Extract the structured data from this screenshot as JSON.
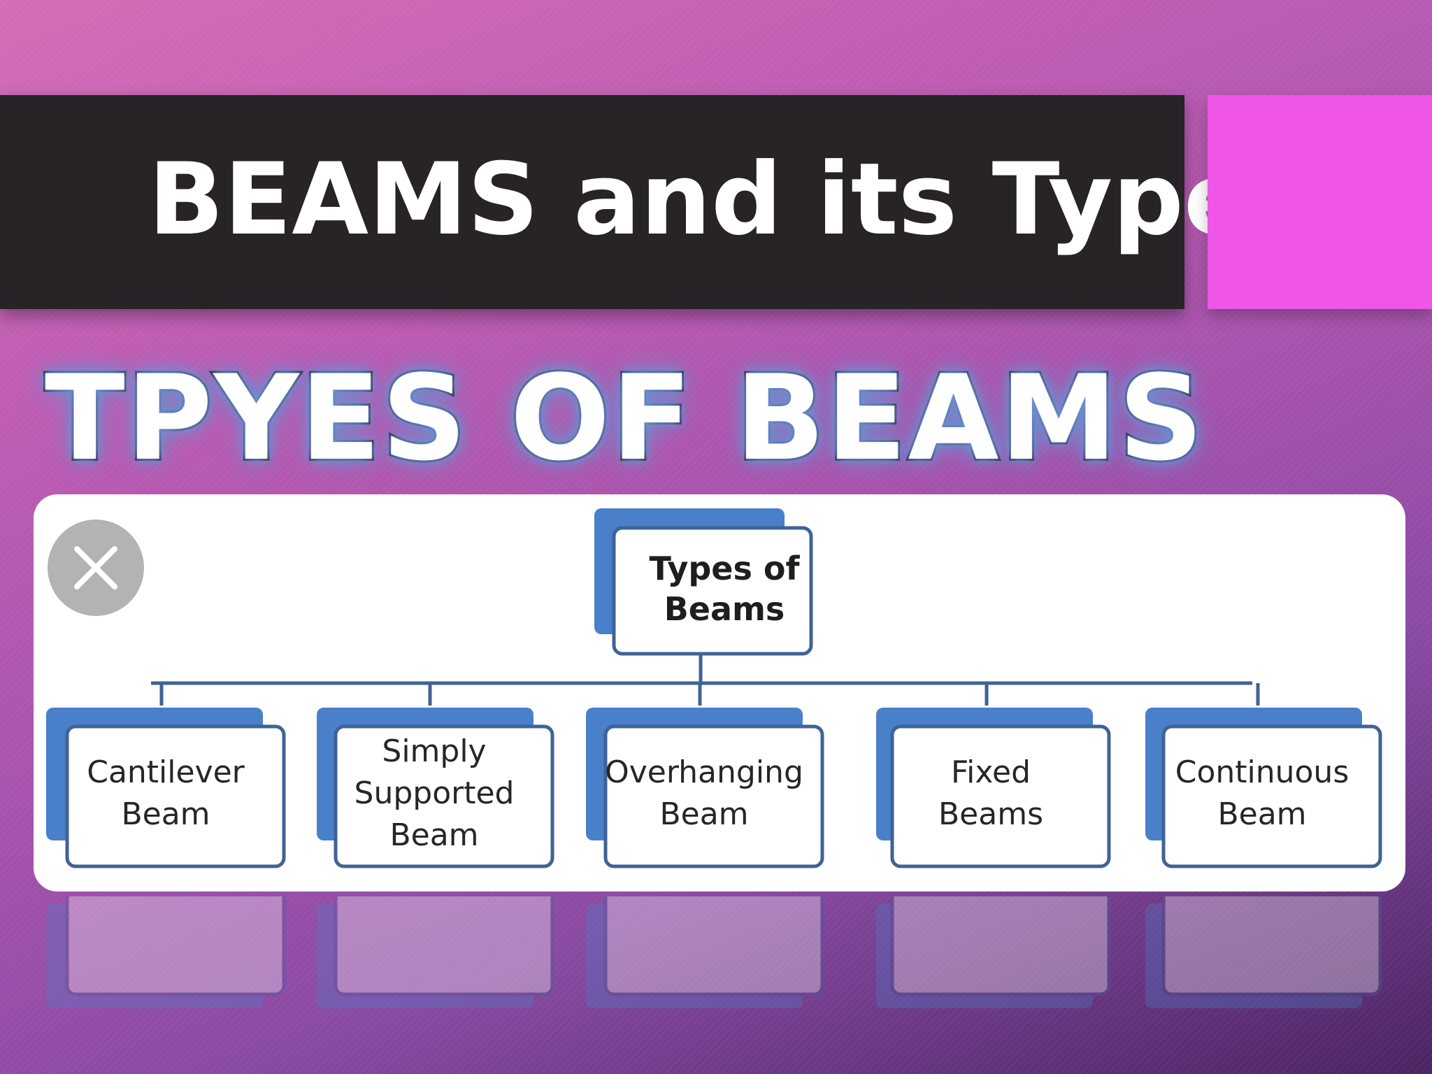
{
  "slide": {
    "title": "BEAMS and its Type",
    "subtitle": "TPYES OF BEAMS"
  },
  "panel": {
    "close_icon": "close-icon",
    "diagram": {
      "root": {
        "line1": "Types of",
        "line2": "Beams"
      },
      "children": [
        {
          "lines": [
            "Cantilever",
            "Beam"
          ]
        },
        {
          "lines": [
            "Simply",
            "Supported",
            "Beam"
          ]
        },
        {
          "lines": [
            "Overhanging",
            "Beam"
          ]
        },
        {
          "lines": [
            "Fixed",
            "Beams"
          ]
        },
        {
          "lines": [
            "Continuous",
            "Beam"
          ]
        }
      ]
    }
  },
  "colors": {
    "title_bar": "#272327",
    "accent": "#ef55e6",
    "node_shadow": "#4a7fc9",
    "connector": "#3f6396",
    "close_button": "#b3b3b3"
  }
}
